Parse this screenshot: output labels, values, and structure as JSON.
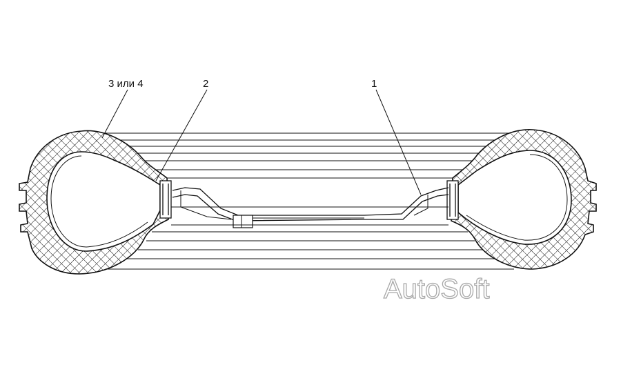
{
  "labels": {
    "l1": "1",
    "l2": "2",
    "l3": "3 или 4"
  },
  "watermark": "AutoSoft"
}
